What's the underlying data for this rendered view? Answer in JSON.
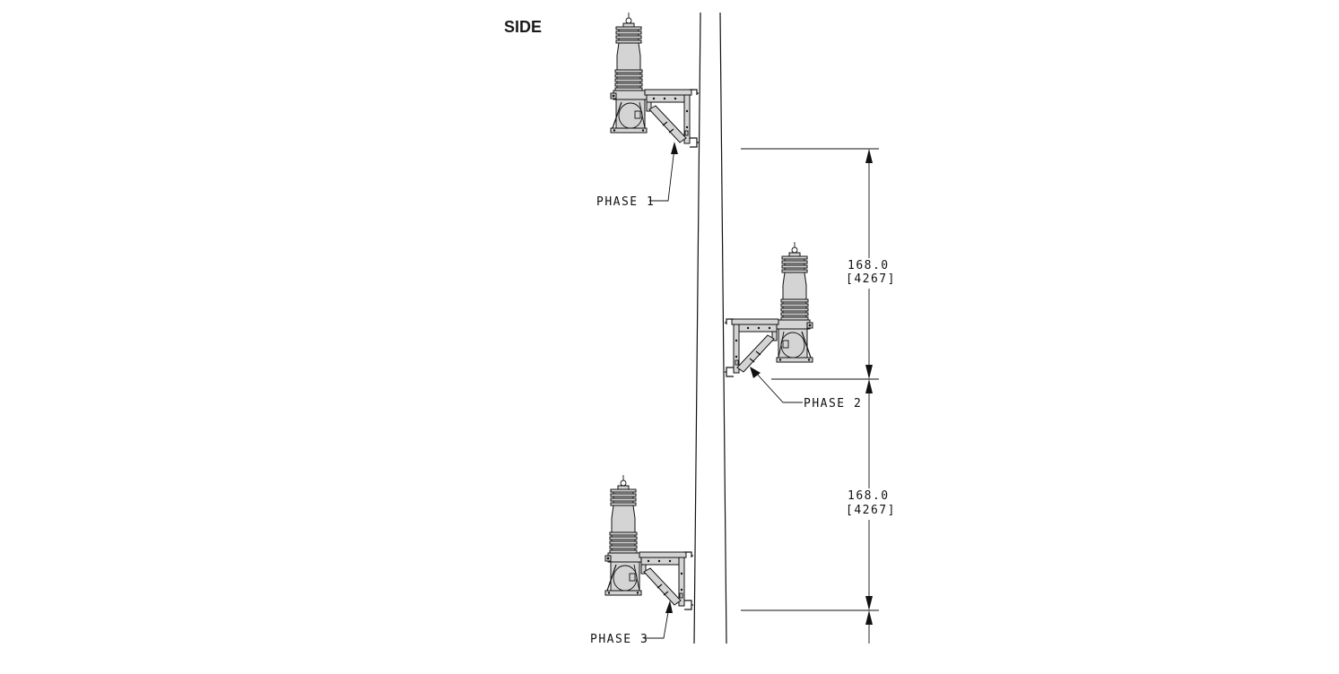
{
  "view_title": "SIDE",
  "callouts": {
    "phase1": "PHASE 1",
    "phase2": "PHASE 2",
    "phase3": "PHASE 3"
  },
  "dimensions": [
    {
      "inches": "168.0",
      "mm": "[4267]"
    },
    {
      "inches": "168.0",
      "mm": "[4267]"
    }
  ],
  "icons": [
    "recloser-unit",
    "mounting-bracket",
    "dimension-arrow"
  ],
  "colors": {
    "line": "#111111",
    "fill": "#d4d4d4",
    "background": "#ffffff"
  }
}
